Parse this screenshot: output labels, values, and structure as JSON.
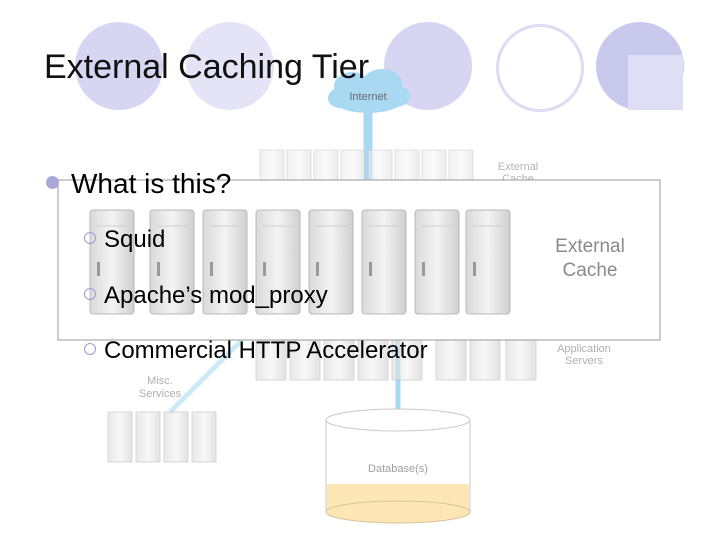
{
  "slide": {
    "title": "External Caching Tier",
    "bullet": "What is this?",
    "sub_bullets": [
      "Squid",
      "Apache’s mod_proxy",
      "Commercial HTTP Accelerator"
    ]
  },
  "diagram": {
    "internet_label": "Internet",
    "cache_label_top": "External",
    "cache_label_top_2": "Cache",
    "cache_label_line1": "External",
    "cache_label_line2": "Cache",
    "app_label_line1": "Application",
    "app_label_line2": "Servers",
    "misc_label_line1": "Misc.",
    "misc_label_line2": "Services",
    "database_label": "Database(s)"
  },
  "colors": {
    "accent_circle": "#c9c9ee",
    "link_blue": "#a9d9f2",
    "database_fill": "#fde6b5",
    "bullet": "#a9a9d8"
  }
}
